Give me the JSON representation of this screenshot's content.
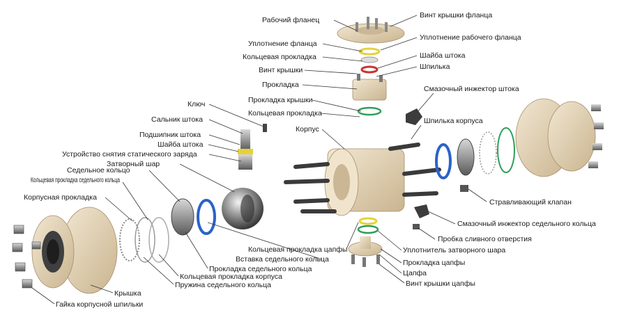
{
  "labels": {
    "working_flange": "Рабочий фланец",
    "flange_cover_screw": "Винт крышки фланца",
    "flange_seal": "Уплотнение фланца",
    "working_flange_seal": "Уплотнение рабочего фланца",
    "ring_gasket_top": "Кольцевая прокладка",
    "stem_washer_top": "Шайба штока",
    "cover_screw": "Винт крышки",
    "stud": "Шпилька",
    "gasket": "Прокладка",
    "stem_grease_injector": "Смазочный инжектор штока",
    "cover_gasket": "Прокладка крышки",
    "ring_gasket_mid": "Кольцевая прокладка",
    "key": "Ключ",
    "body": "Корпус",
    "body_stud": "Шпилька корпуса",
    "stem_gland": "Сальник штока",
    "stem_bearing": "Подшипник штока",
    "stem_washer": "Шайба штока",
    "antistatic_device": "Устройство снятия статического заряда",
    "ball": "Затворный шар",
    "seat_ring": "Седельное кольцо",
    "seat_ring_gasket": "Кольцевая прокладка седельного кольца",
    "body_gasket": "Корпусная прокладка",
    "bleed_valve": "Стравливающий клапан",
    "seat_grease_injector": "Смазочный инжектор седельного кольца",
    "drain_plug": "Пробка сливного отверстия",
    "trunnion_ring_gasket": "Кольцевая прокладка цапфы",
    "ball_seal": "Уплотнитель затворного шара",
    "seat_insert": "Вставка седельного кольца",
    "trunnion_gasket": "Прокладка цапфы",
    "seat_ring_gasket2": "Прокладка седельного кольца",
    "trunnion": "Цапфа",
    "body_ring_gasket": "Кольцевая прокладка корпуса",
    "trunnion_cover_screw": "Винт крышки цапфы",
    "seat_ring_spring": "Пружина седельного кольца",
    "cover": "Крышка",
    "body_stud_nut": "Гайка корпусной шпильки"
  },
  "colors": {
    "casting": "#eadcc4",
    "casting_shade": "#cbb796",
    "metal": "#9a9a9a",
    "metal_dark": "#555555",
    "seal_blue": "#2a63c9",
    "seal_green": "#2f9e5a",
    "seal_red": "#c8342f",
    "seal_yellow": "#e5d23a",
    "lead_line": "#333333"
  }
}
